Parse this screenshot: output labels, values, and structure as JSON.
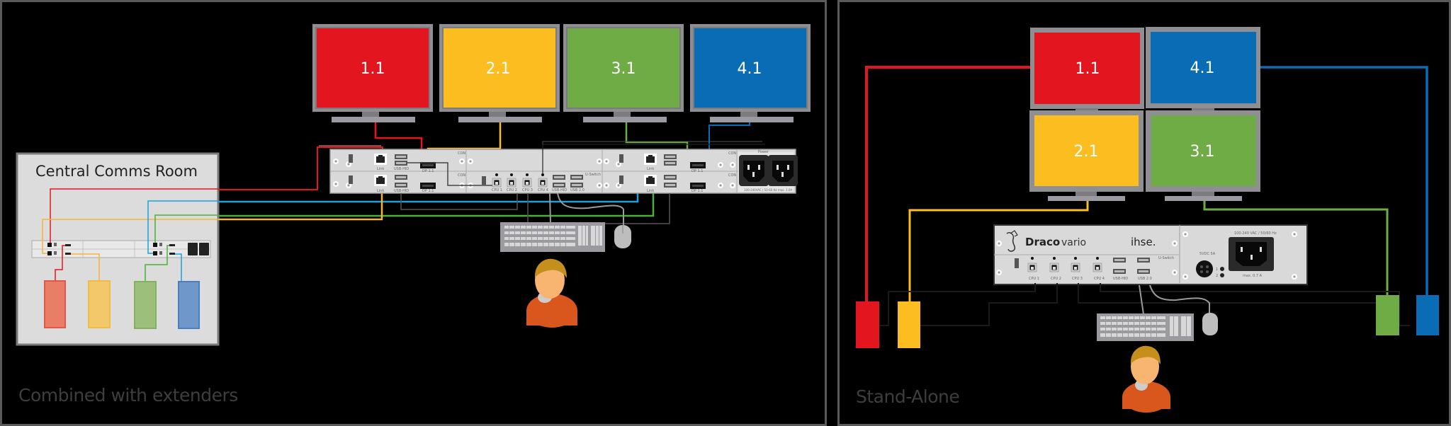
{
  "colors": {
    "red": "#e3151f",
    "yellow": "#fbbd1f",
    "green": "#6fac46",
    "blue": "#0a6cb4",
    "light_blue": "#1fa0dc",
    "bezel": "#8e8e93",
    "device": "#d9d9d9",
    "panel_border": "#5a5a5a",
    "caption": "#3c3e40"
  },
  "left_panel": {
    "caption": "Combined with extenders",
    "central_room": {
      "title": "Central Comms Room",
      "extenders": [
        {
          "color": "#e97d66"
        },
        {
          "color": "#f3c86b"
        },
        {
          "color": "#9cc07c"
        },
        {
          "color": "#6f97c9"
        }
      ]
    },
    "monitors": [
      {
        "label": "1.1",
        "color": "#e3151f"
      },
      {
        "label": "2.1",
        "color": "#fbbd1f"
      },
      {
        "label": "3.1",
        "color": "#6fac46"
      },
      {
        "label": "4.1",
        "color": "#0a6cb4"
      }
    ],
    "device": {
      "port_labels": {
        "link": "Link",
        "usb_hid": "USB-HID",
        "dp": "DP 1.1",
        "con": "CON",
        "cpu": [
          "CPU 1",
          "CPU 2",
          "CPU 3",
          "CPU 4"
        ],
        "usb_hid2": "USB-HID",
        "usb20": "USB 2.0",
        "u_switch": "U-Switch",
        "power": "Power",
        "power_rating": "100-240VAC / 50-60 Hz max. 1.0A"
      }
    },
    "peripherals": [
      "keyboard",
      "mouse",
      "user"
    ]
  },
  "right_panel": {
    "caption": "Stand-Alone",
    "monitors": [
      {
        "label": "1.1",
        "color": "#e3151f"
      },
      {
        "label": "4.1",
        "color": "#0a6cb4"
      },
      {
        "label": "2.1",
        "color": "#fbbd1f"
      },
      {
        "label": "3.1",
        "color": "#6fac46"
      }
    ],
    "device": {
      "brand_bold": "Draco",
      "brand_light": "vario",
      "maker": "ihse.",
      "ports": [
        "CPU 1",
        "CPU 2",
        "CPU 3",
        "CPU 4",
        "USB-HID",
        "USB 2.0"
      ],
      "u_switch": "U-Switch",
      "dc_label": "5VDC 5A",
      "ac_label": "100-240 VAC / 50/60 Hz",
      "fuse_label": "max. 0.7 A",
      "led1": "1",
      "led2": "2"
    },
    "extenders": [
      {
        "color": "#e3151f"
      },
      {
        "color": "#fbbd1f"
      },
      {
        "color": "#6fac46"
      },
      {
        "color": "#0a6cb4"
      }
    ]
  }
}
